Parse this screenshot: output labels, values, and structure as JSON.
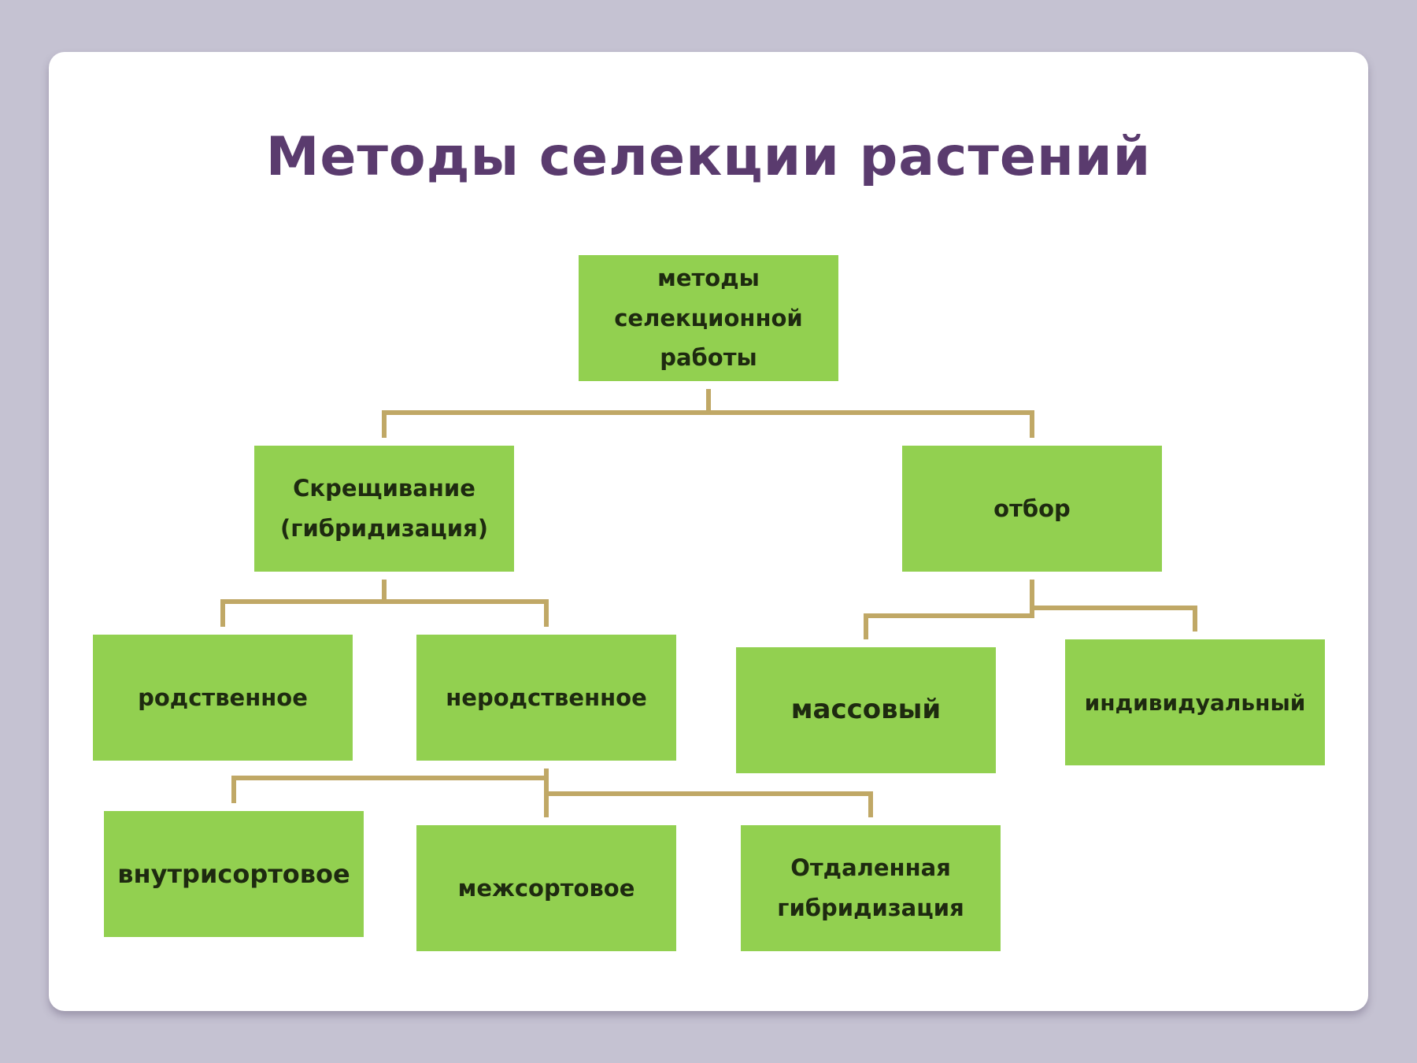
{
  "slide": {
    "title": "Методы селекции растений"
  },
  "diagram": {
    "line_color": "#c0a866",
    "box_color": "#92d050",
    "nodes": {
      "root": "методы\nселекционной\nработы",
      "crossing": "Скрещивание\n(гибридизация)",
      "selection": "отбор",
      "related": "родственное",
      "unrelated": "неродственное",
      "mass": "массовый",
      "individual": "индивидуальный",
      "intravarietal": "внутрисортовое",
      "intervarietal": "межсортовое",
      "distant": "Отдаленная\nгибридизация"
    }
  }
}
